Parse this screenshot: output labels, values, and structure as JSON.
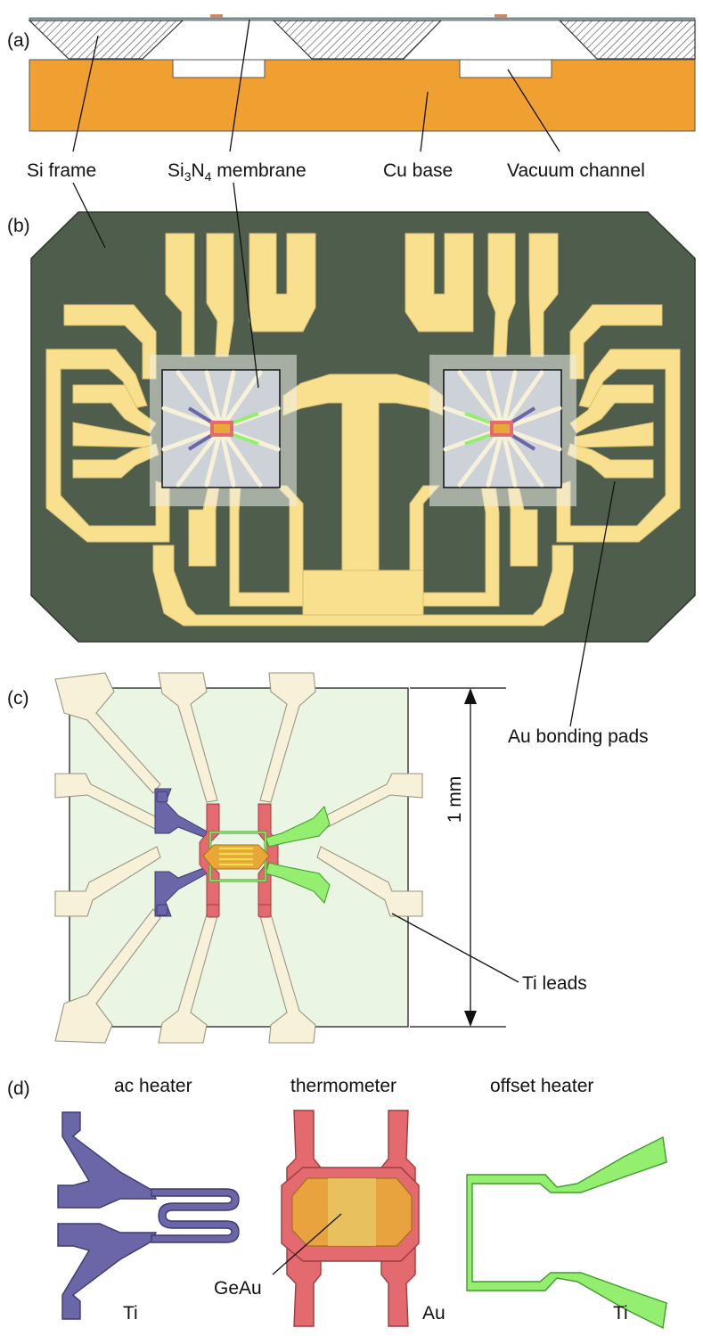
{
  "panels": {
    "a": "(a)",
    "b": "(b)",
    "c": "(c)",
    "d": "(d)"
  },
  "labels": {
    "si_frame": "Si frame",
    "membrane_main": "Si",
    "membrane_sub3": "3",
    "membrane_n": "N",
    "membrane_sub4": "4",
    "membrane_rest": " membrane",
    "cu_base": "Cu base",
    "vacuum_channel": "Vacuum channel",
    "au_bonding_pads": "Au bonding pads",
    "scale": "1 mm",
    "ti_leads": "Ti leads",
    "ac_heater": "ac heater",
    "thermometer": "thermometer",
    "offset_heater": "offset heater",
    "geau": "GeAu",
    "ti_left": "Ti",
    "au": "Au",
    "ti_right": "Ti"
  },
  "colors": {
    "copper": "#f0a030",
    "board": "#4f5e4c",
    "gold_pad": "#f8e08e",
    "membrane_gray": "#cdd2d8",
    "membrane_green": "#eaf5e4",
    "ti_lead": "#f7f1d9",
    "ac_heater_blue": "#6a66a8",
    "thermometer_red": "#e36a6e",
    "offset_heater_green": "#94ee70",
    "geau_orange": "#e8a838"
  }
}
